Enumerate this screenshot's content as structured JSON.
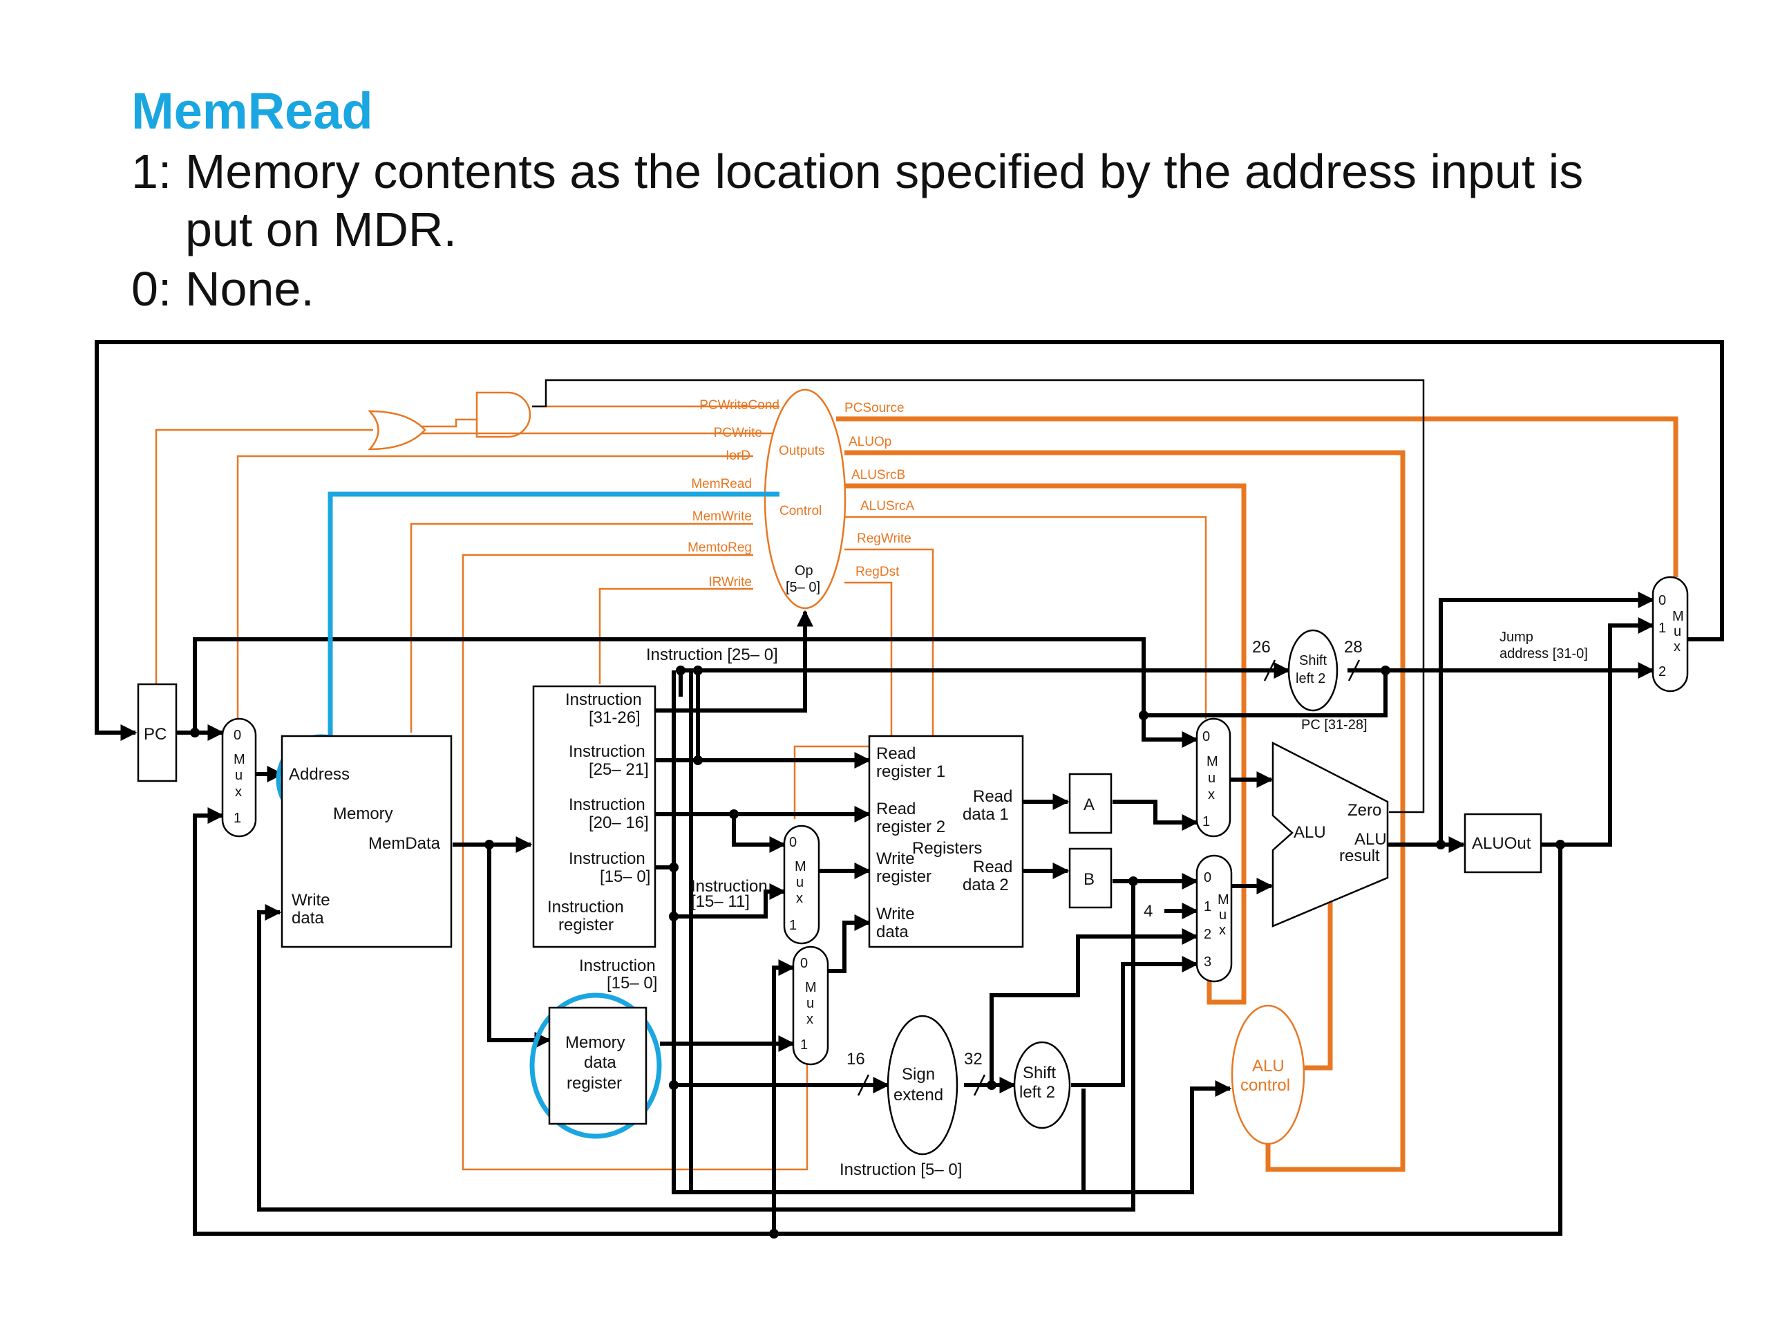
{
  "title": "MemRead",
  "bullets": [
    {
      "num": "1:",
      "lines": [
        "Memory contents as the location specified by the address input is",
        "put on MDR."
      ]
    },
    {
      "num": "0:",
      "lines": [
        "None."
      ]
    }
  ],
  "diagram": {
    "components": {
      "pc": "PC",
      "address": "Address",
      "memory": "Memory",
      "memdata": "MemData",
      "write_data_l1": "Write",
      "write_data_l2": "data",
      "ir_label_l1": "Instruction",
      "ir_label_l2": "register",
      "mdr_l1": "Memory",
      "mdr_l2": "data",
      "mdr_l3": "register",
      "read_reg1_l1": "Read",
      "read_reg1_l2": "register 1",
      "read_reg2_l1": "Read",
      "read_reg2_l2": "register 2",
      "write_reg_l1": "Write",
      "write_reg_l2": "register",
      "reg_write_data_l1": "Write",
      "reg_write_data_l2": "data",
      "registers": "Registers",
      "read_data1_l1": "Read",
      "read_data1_l2": "data 1",
      "read_data2_l1": "Read",
      "read_data2_l2": "data 2",
      "a": "A",
      "b": "B",
      "alu": "ALU",
      "zero": "Zero",
      "alu_result_l1": "ALU",
      "alu_result_l2": "result",
      "aluout": "ALUOut",
      "sign_l1": "Sign",
      "sign_l2": "extend",
      "shift_l1": "Shift",
      "shift_l2": "left 2",
      "shift_top_l1": "Shift",
      "shift_top_l2": "left 2",
      "alu_control_l1": "ALU",
      "alu_control_l2": "control",
      "control_outputs": "Outputs",
      "control": "Control",
      "control_op_l1": "Op",
      "control_op_l2": "[5– 0]",
      "jump_l1": "Jump",
      "jump_l2": "address [31-0]",
      "pc_31_28": "PC [31-28]",
      "four": "4"
    },
    "ir_fields": [
      {
        "l1": "Instruction",
        "l2": "[31-26]"
      },
      {
        "l1": "Instruction",
        "l2": "[25– 21]"
      },
      {
        "l1": "Instruction",
        "l2": "[20– 16]"
      },
      {
        "l1": "Instruction",
        "l2": "[15– 0]"
      }
    ],
    "wire_labels": {
      "instr_25_0": "Instruction [25– 0]",
      "instr_15_11_l1": "Instruction",
      "instr_15_11_l2": "[15– 11]",
      "instr_15_0_l1": "Instruction",
      "instr_15_0_l2": "[15– 0]",
      "instr_5_0": "Instruction [5– 0]",
      "bits_26": "26",
      "bits_28": "28",
      "bits_16": "16",
      "bits_32": "32"
    },
    "control_signals_left": [
      "PCWriteCond",
      "PCWrite",
      "IorD",
      "MemRead",
      "MemWrite",
      "MemtoReg",
      "IRWrite"
    ],
    "control_signals_right": [
      "PCSource",
      "ALUOp",
      "ALUSrcB",
      "ALUSrcA",
      "RegWrite",
      "RegDst"
    ],
    "mux": {
      "word": [
        "M",
        "u",
        "x"
      ],
      "in0": "0",
      "in1": "1",
      "in2": "2",
      "in3": "3"
    },
    "highlight_signal": "MemRead",
    "colors": {
      "control": "#e87722",
      "highlight": "#1aa6e0",
      "datapath": "#000000"
    }
  }
}
